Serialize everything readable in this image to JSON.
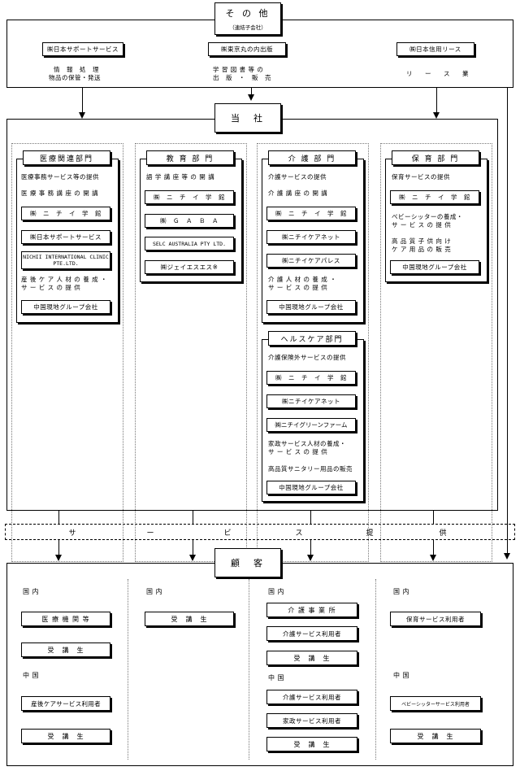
{
  "others": {
    "title": "そ の 他",
    "subtitle": "（連結子会社）",
    "companies": [
      {
        "name": "㈱日本サポートサービス",
        "desc1": "情　報　処　理",
        "desc2": "物品の保管・発送"
      },
      {
        "name": "㈱東京丸の内出版",
        "desc1": "学 習 図 書 等 の",
        "desc2": "出　版　・　販　売"
      },
      {
        "name": "㈱日本信用リース",
        "desc1": "リ　ー　ス　業",
        "desc2": ""
      }
    ]
  },
  "company": {
    "title": "当　社"
  },
  "divisions": {
    "medical": {
      "title": "医療関連部門",
      "services": [
        "医療事務サービス等の提供",
        "医 療 事 務 講 座 の 開 講"
      ],
      "companies": [
        "㈱　ニ　チ　イ　学　館",
        "㈱日本サポートサービス",
        "NICHII INTERNATIONAL CLINIC PTE.LTD."
      ],
      "services2": [
        "産 後 ケ ア 人 材 の 養 成 ・",
        "サ ー ビ ス の 提 供"
      ],
      "companies2": [
        "中国現地グループ会社"
      ]
    },
    "education": {
      "title": "教 育 部 門",
      "services": [
        "語 学 講 座 等 の 開 講"
      ],
      "companies": [
        "㈱　ニ　チ　イ　学　館",
        "㈱　Ｇ　Ａ　Ｂ　Ａ",
        "SELC AUSTRALIA PTY LTD.",
        "㈱ジェイエスエス※"
      ]
    },
    "care": {
      "title": "介 護 部 門",
      "services": [
        "介護サービスの提供",
        "介 護 講 座 の 開 講"
      ],
      "companies": [
        "㈱　ニ　チ　イ　学　館",
        "㈱ニチイケアネット",
        "㈱ニチイケアパレス"
      ],
      "services2": [
        "介 護 人 材 の 養 成 ・",
        "サ ー ビ ス の 提 供"
      ],
      "companies2": [
        "中国現地グループ会社"
      ]
    },
    "healthcare": {
      "title": "ヘルスケア部門",
      "services": [
        "介護保険外サービスの提供"
      ],
      "companies": [
        "㈱　ニ　チ　イ　学　館",
        "㈱ニチイケアネット",
        "㈱ニチイグリーンファーム"
      ],
      "services2": [
        "家政サービス人材の養成・",
        "サ ー ビ ス の 提 供",
        "高品質サニタリー用品の販売"
      ],
      "companies2": [
        "中国現地グループ会社"
      ]
    },
    "childcare": {
      "title": "保 育 部 門",
      "services": [
        "保育サービスの提供"
      ],
      "companies": [
        "㈱　ニ　チ　イ　学　館"
      ],
      "services2": [
        "ベビーシッターの養成・",
        "サ ー ビ ス の 提 供",
        "高 品 質 子 供 向 け",
        "ケ ア 用 品 の 販 売"
      ],
      "companies2": [
        "中国現地グループ会社"
      ]
    }
  },
  "service_band": {
    "chars": [
      "サ",
      "ー",
      "ビ",
      "ス",
      "提",
      "供"
    ]
  },
  "customers": {
    "title": "顧　客",
    "col1": {
      "domestic": "国 内",
      "d_items": [
        "医 療 機 関 等",
        "受　講　生"
      ],
      "china": "中 国",
      "c_items": [
        "産後ケアサービス利用者",
        "受　講　生"
      ]
    },
    "col2": {
      "domestic": "国 内",
      "d_items": [
        "受　講　生"
      ]
    },
    "col3": {
      "domestic": "国 内",
      "d_items": [
        "介 護 事 業 所",
        "介護サービス利用者",
        "受　講　生"
      ],
      "china": "中 国",
      "c_items": [
        "介護サービス利用者",
        "家政サービス利用者",
        "受　講　生"
      ]
    },
    "col4": {
      "domestic": "国 内",
      "d_items": [
        "保育サービス利用者"
      ],
      "china": "中 国",
      "c_items": [
        "ベビーシッターサービス利用者",
        "受　講　生"
      ]
    }
  }
}
